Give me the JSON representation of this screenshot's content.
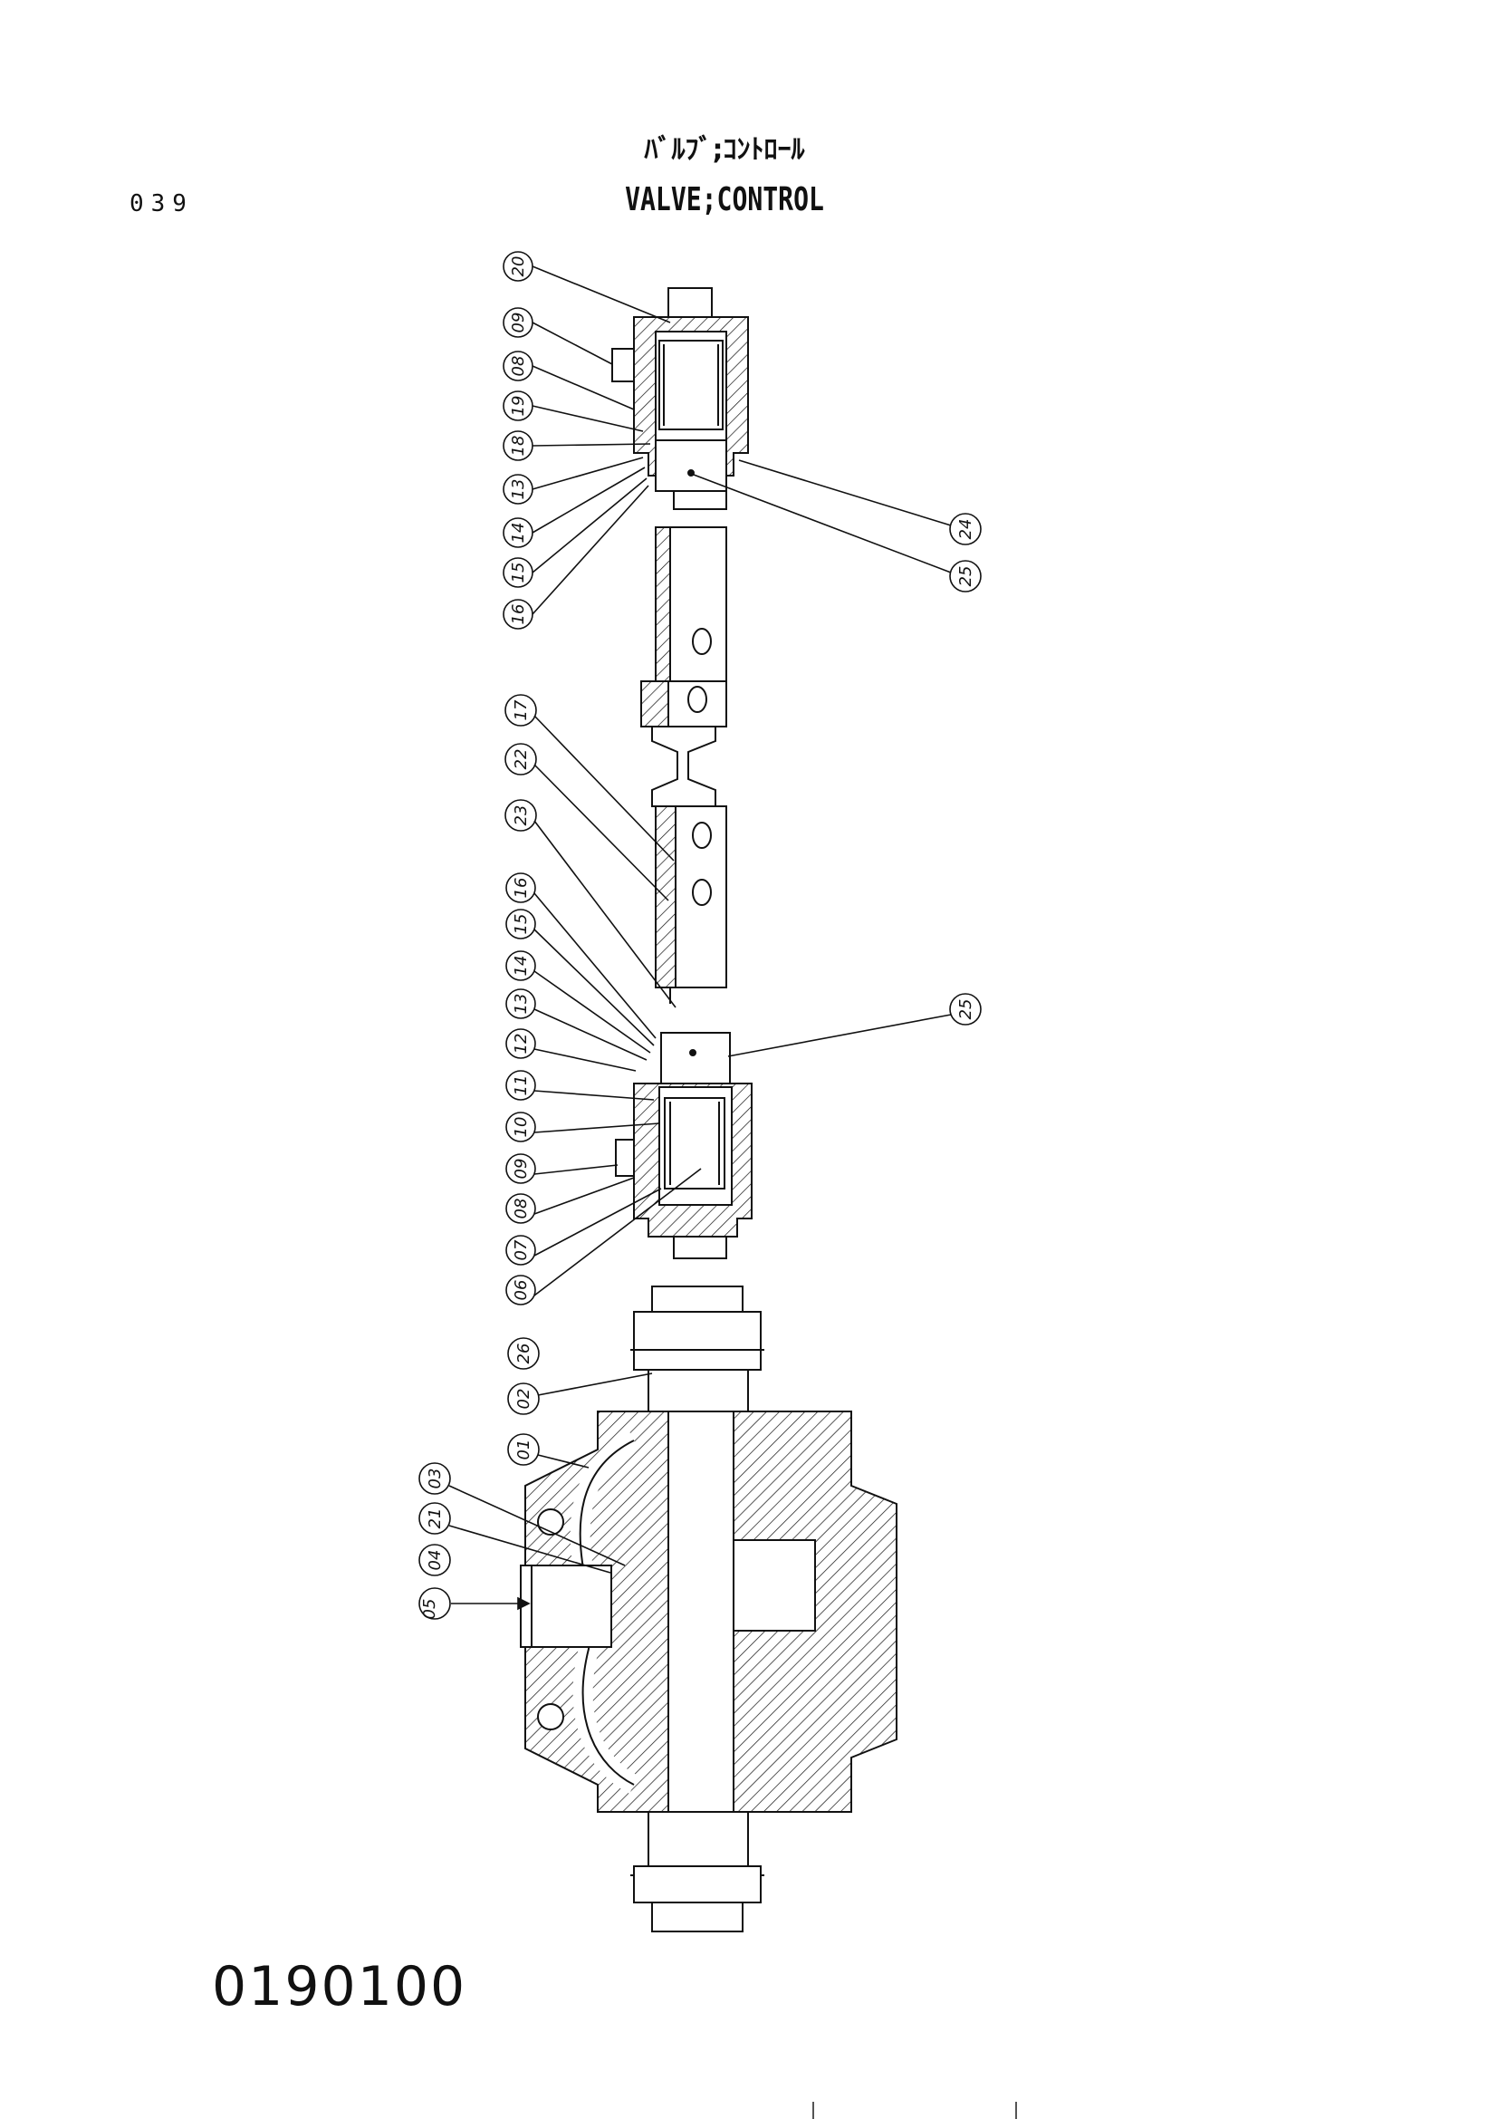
{
  "page": {
    "page_number": "039",
    "title_jp": "ﾊﾞﾙﾌﾞ;ｺﾝﾄﾛｰﾙ",
    "title_en": "VALVE;CONTROL",
    "reference_code": "0190100"
  },
  "callouts": {
    "upper_left": [
      "20",
      "09",
      "08",
      "19",
      "18",
      "13",
      "14",
      "15",
      "16"
    ],
    "upper_right": [
      "24",
      "25"
    ],
    "middle_left": [
      "17",
      "22",
      "23"
    ],
    "lower_left": [
      "16",
      "15",
      "14",
      "13",
      "12",
      "11",
      "10",
      "09",
      "08",
      "07",
      "06"
    ],
    "lower_right": [
      "25"
    ],
    "body_left": [
      "26",
      "02",
      "01",
      "03",
      "21",
      "04",
      "05"
    ]
  }
}
